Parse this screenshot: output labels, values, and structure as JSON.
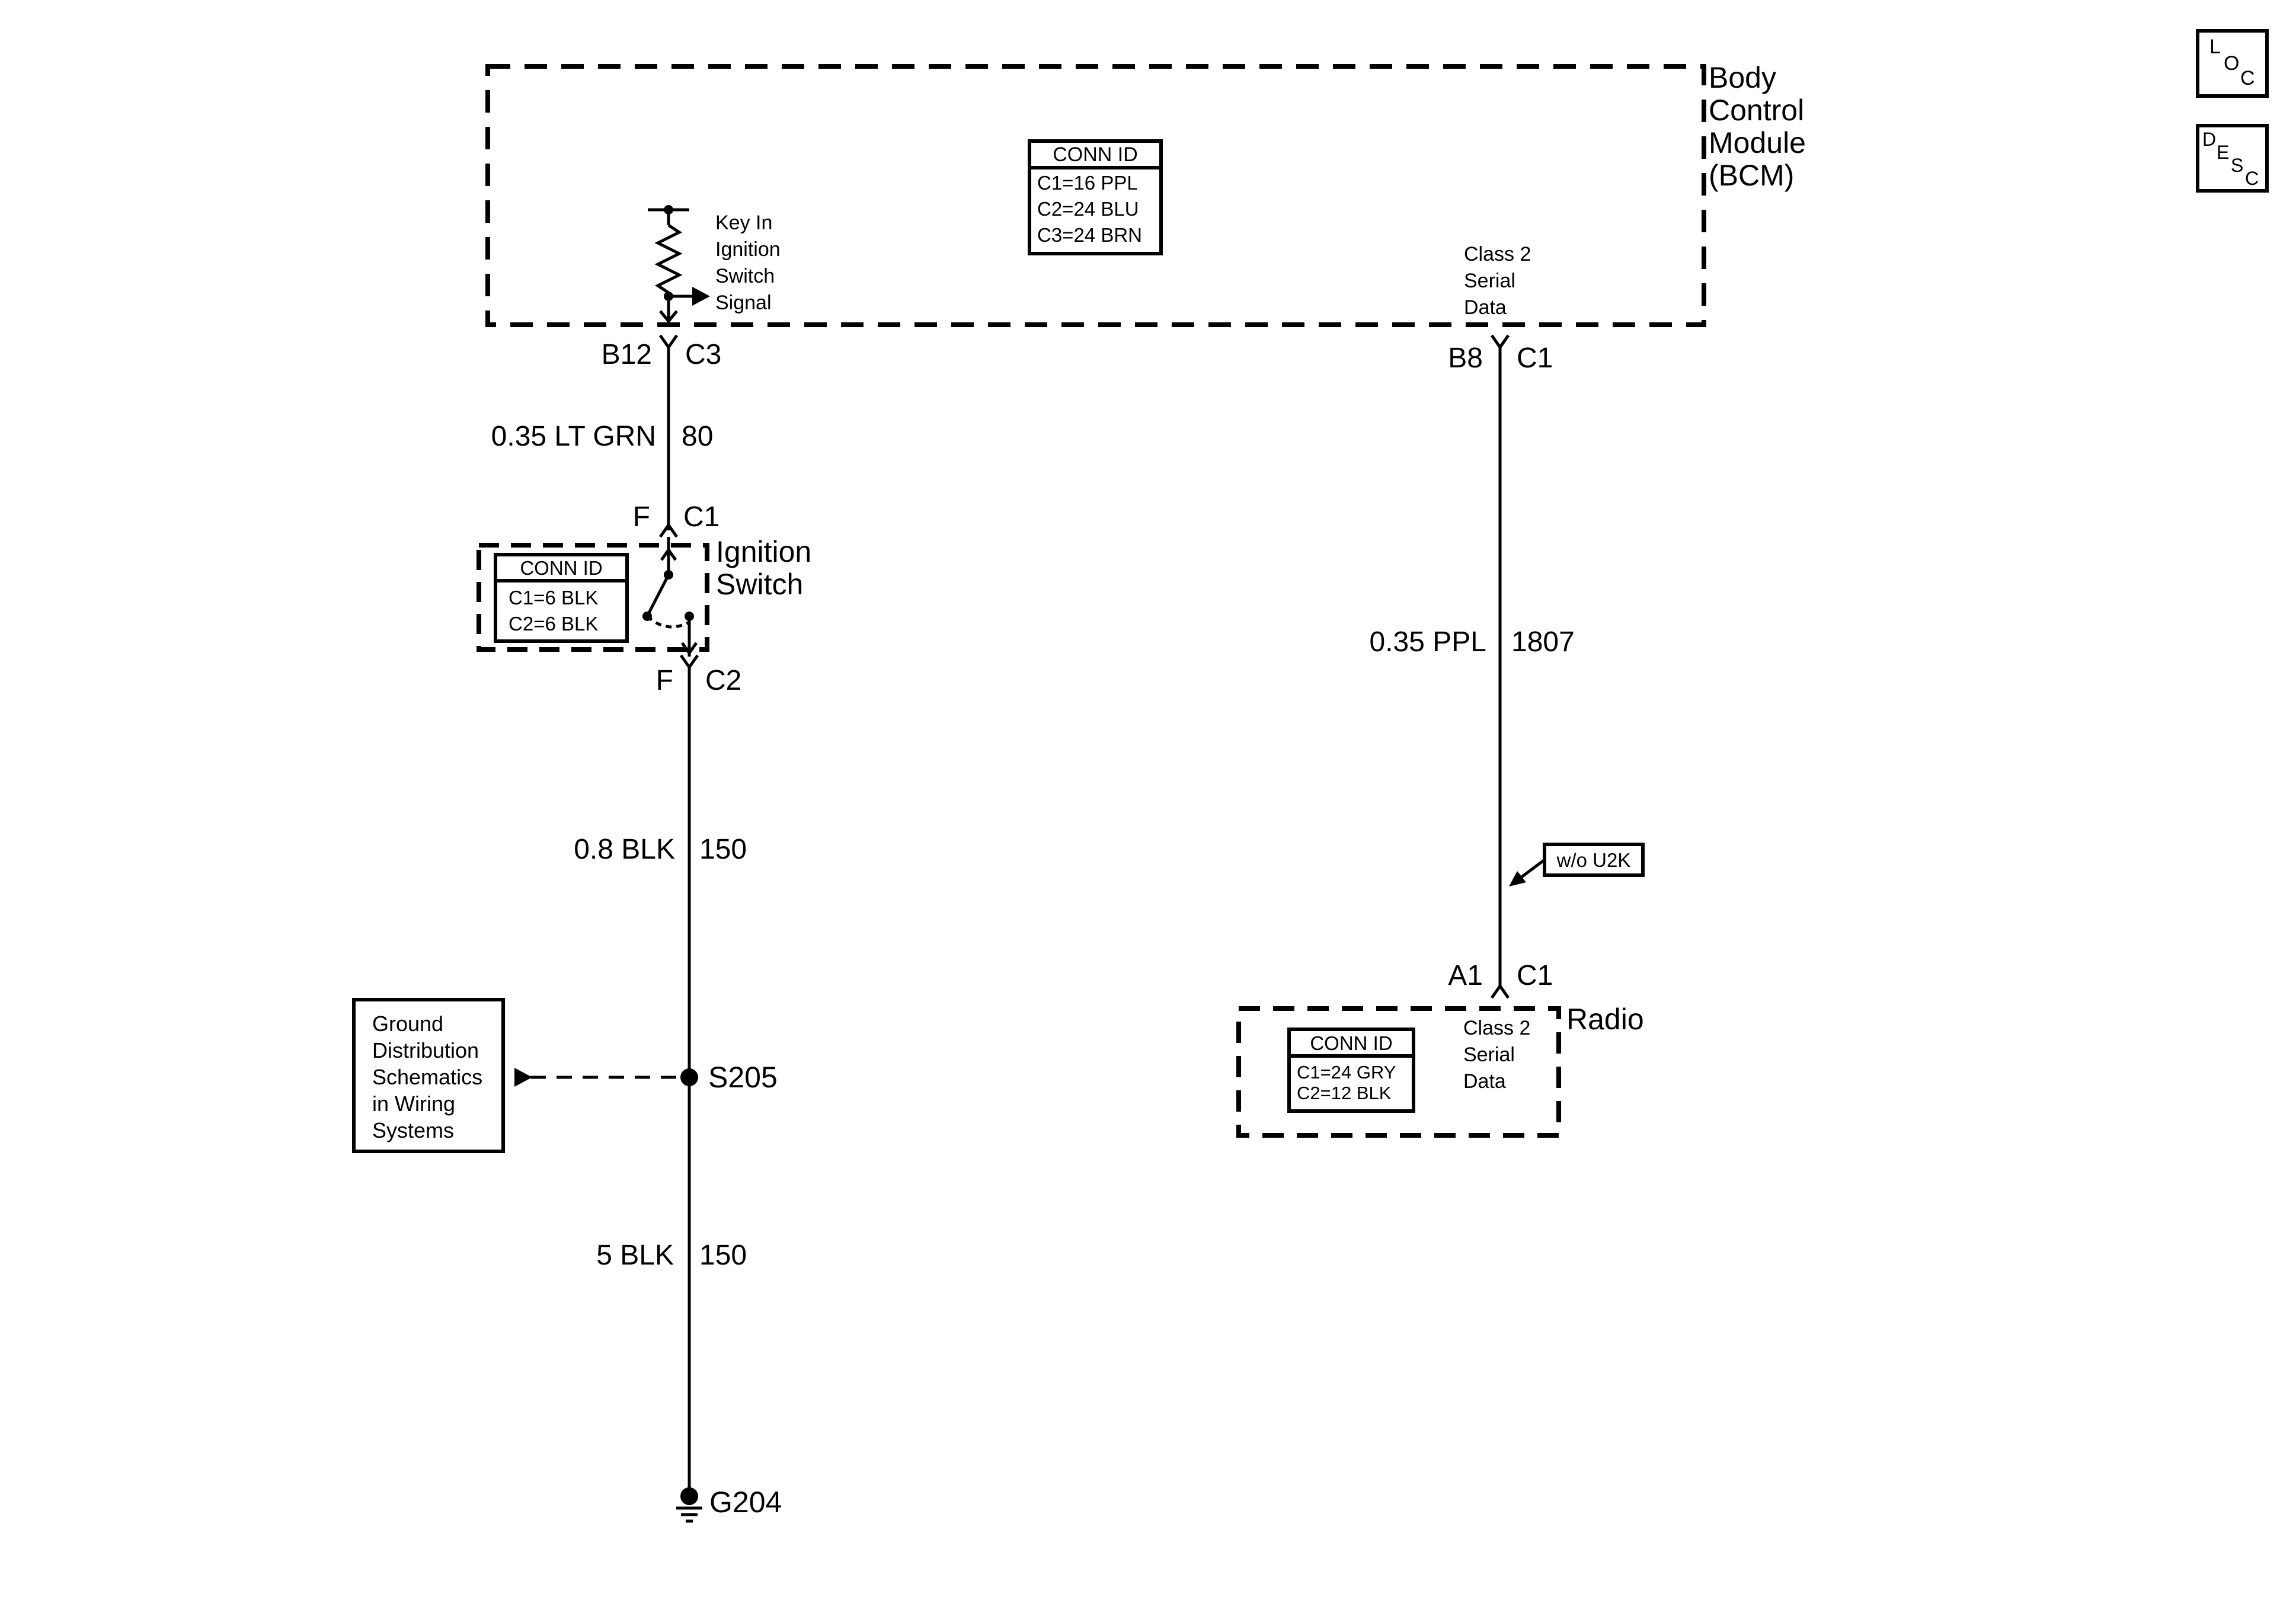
{
  "bcm": {
    "title_lines": [
      "Body",
      "Control",
      "Module",
      "(BCM)"
    ],
    "conn_id": {
      "header": "CONN ID",
      "rows": [
        "C1=16 PPL",
        "C2=24 BLU",
        "C3=24 BRN"
      ]
    },
    "key_in_signal_lines": [
      "Key In",
      "Ignition",
      "Switch",
      "Signal"
    ],
    "serial_data_lines": [
      "Class 2",
      "Serial",
      "Data"
    ]
  },
  "left_circuit": {
    "bcm_pin": "B12",
    "bcm_connector": "C3",
    "wire1_size_color": "0.35 LT GRN",
    "wire1_circuit": "80",
    "switch_in_pin": "F",
    "switch_in_connector": "C1",
    "switch_out_pin": "F",
    "switch_out_connector": "C2",
    "wire2_size_color": "0.8 BLK",
    "wire2_circuit": "150",
    "splice": "S205",
    "wire3_size_color": "5 BLK",
    "wire3_circuit": "150",
    "ground": "G204"
  },
  "ignition_switch": {
    "title_lines": [
      "Ignition",
      "Switch"
    ],
    "conn_id": {
      "header": "CONN ID",
      "rows": [
        "C1=6 BLK",
        "C2=6 BLK"
      ]
    }
  },
  "ground_ref": {
    "lines": [
      "Ground",
      "Distribution",
      "Schematics",
      "in Wiring",
      "Systems"
    ]
  },
  "right_circuit": {
    "bcm_pin": "B8",
    "bcm_connector": "C1",
    "wire_size_color": "0.35 PPL",
    "wire_circuit": "1807",
    "option_label": "w/o U2K",
    "radio_pin": "A1",
    "radio_connector": "C1"
  },
  "radio": {
    "title": "Radio",
    "conn_id": {
      "header": "CONN ID",
      "rows": [
        "C1=24 GRY",
        "C2=12 BLK"
      ]
    },
    "serial_data_lines": [
      "Class 2",
      "Serial",
      "Data"
    ]
  },
  "side_icons": {
    "loc": [
      "L",
      "O",
      "C"
    ],
    "desc": [
      "D",
      "E",
      "S",
      "C"
    ]
  }
}
